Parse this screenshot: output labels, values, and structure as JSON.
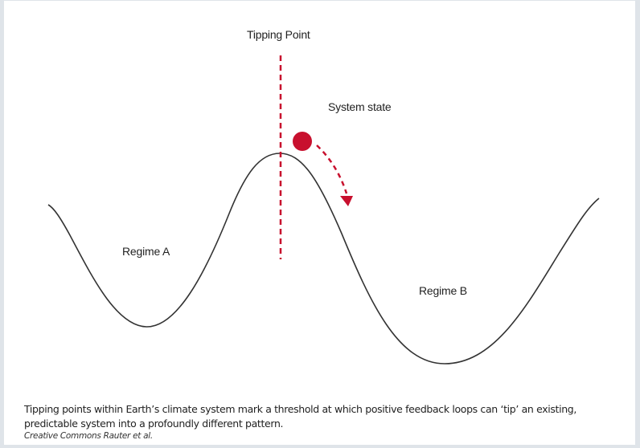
{
  "figure": {
    "labels": {
      "tipping_point": "Tipping Point",
      "system_state": "System state",
      "regime_a": "Regime A",
      "regime_b": "Regime B"
    },
    "colors": {
      "accent_red": "#c8102e",
      "curve": "#333333",
      "frame": "#dfe4e9"
    }
  },
  "caption": {
    "text": "Tipping points within Earth’s climate system mark a threshold at which positive feedback loops can ‘tip’ an existing, predictable system into a profoundly different pattern.",
    "credit": "Creative Commons Rauter et al."
  }
}
